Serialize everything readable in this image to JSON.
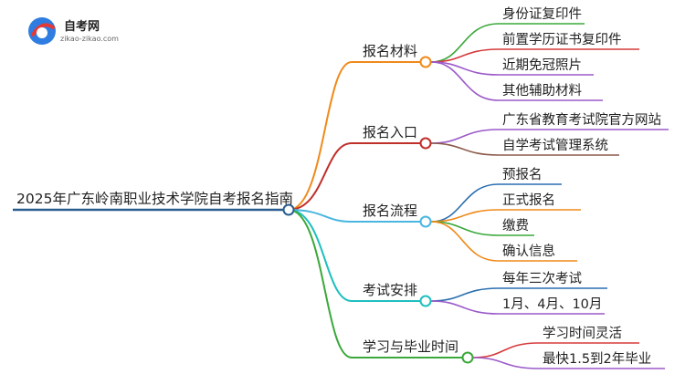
{
  "logo": {
    "title": "自考网",
    "url": "zikao-zikao.com"
  },
  "root": {
    "label": "2025年广东岭南职业技术学院自考报名指南",
    "color": "#2a5d8f"
  },
  "branches": [
    {
      "label": "报名材料",
      "color": "#f08a1a",
      "children": [
        {
          "label": "身份证复印件",
          "color": "#3aa83a"
        },
        {
          "label": "前置学历证书复印件",
          "color": "#d63a3a"
        },
        {
          "label": "近期免冠照片",
          "color": "#9b59c9"
        },
        {
          "label": "其他辅助材料",
          "color": "#9b59c9"
        }
      ]
    },
    {
      "label": "报名入口",
      "color": "#c0302b",
      "children": [
        {
          "label": "广东省教育考试院官方网站",
          "color": "#9b59c9"
        },
        {
          "label": "自学考试管理系统",
          "color": "#8b5a4a"
        }
      ]
    },
    {
      "label": "报名流程",
      "color": "#49b6e0",
      "children": [
        {
          "label": "预报名",
          "color": "#2a6fb0"
        },
        {
          "label": "正式报名",
          "color": "#f08a1a"
        },
        {
          "label": "缴费",
          "color": "#3aa83a"
        },
        {
          "label": "确认信息",
          "color": "#f08a1a"
        }
      ]
    },
    {
      "label": "考试安排",
      "color": "#1fbfbf",
      "children": [
        {
          "label": "每年三次考试",
          "color": "#2a6fb0"
        },
        {
          "label": "1月、4月、10月",
          "color": "#9b59c9"
        }
      ]
    },
    {
      "label": "学习与毕业时间",
      "color": "#3aa83a",
      "children": [
        {
          "label": "学习时间灵活",
          "color": "#d63a3a"
        },
        {
          "label": "最快1.5到2年毕业",
          "color": "#9b59c9"
        }
      ]
    }
  ]
}
